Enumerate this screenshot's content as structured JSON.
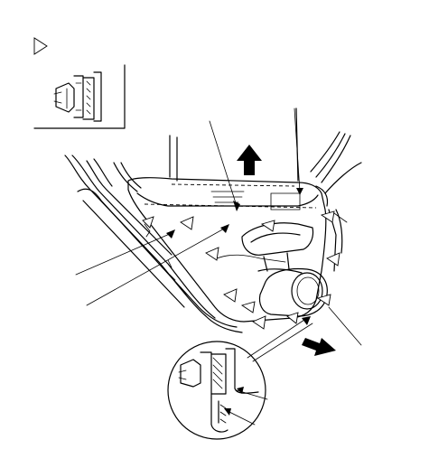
{
  "legend": {
    "symbol_icon": "open-triangle-icon",
    "inset_icon": "clip-detail-icon"
  },
  "diagram": {
    "subject": "door-trim-panel",
    "lift_arrow_icon": "solid-up-arrow-icon",
    "pull_arrow_icon": "solid-diagonal-arrow-icon",
    "clip_markers": 10,
    "callout_lines": 7
  }
}
